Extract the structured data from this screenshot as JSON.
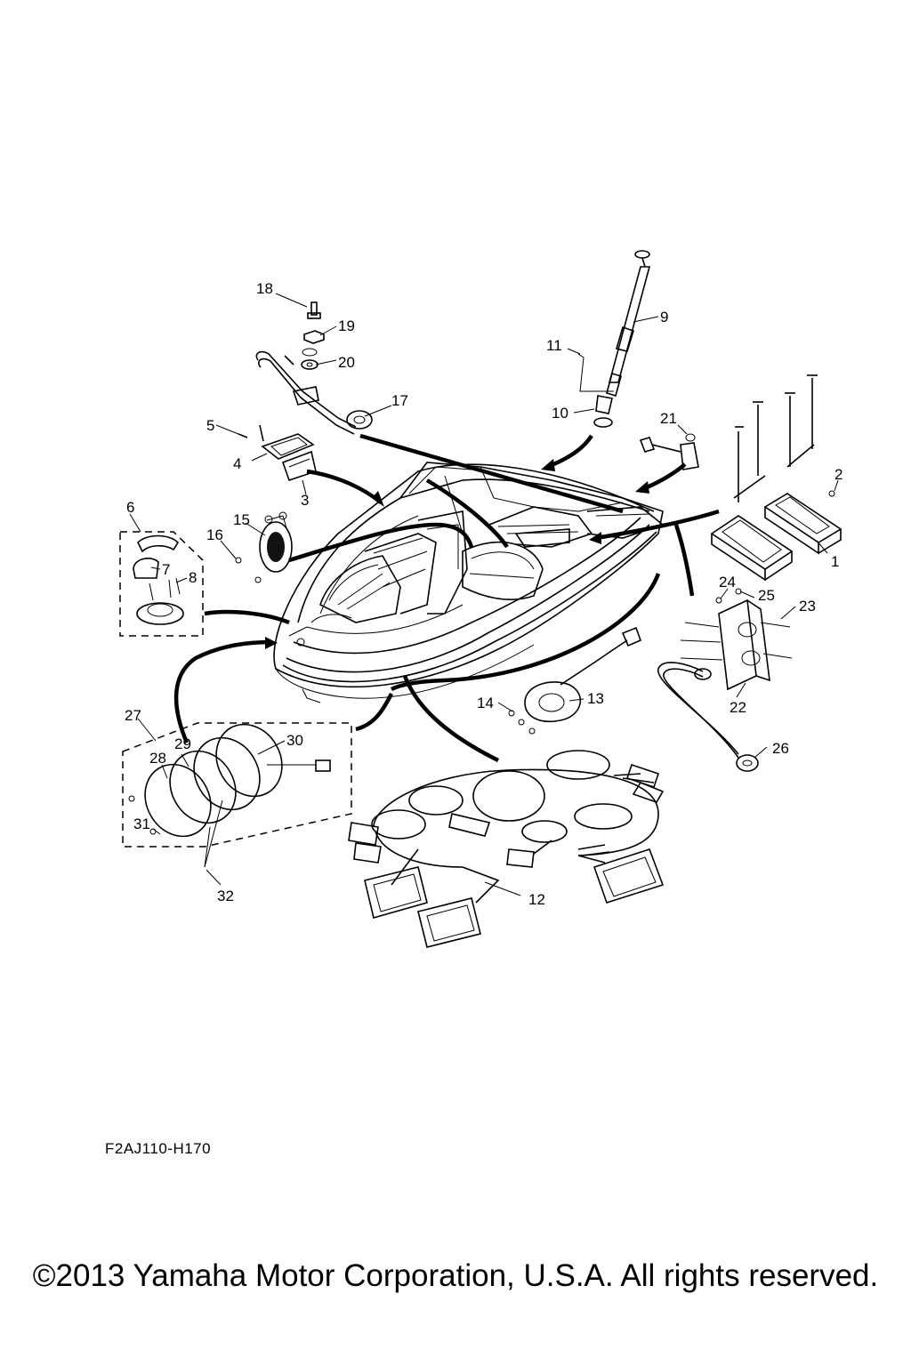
{
  "parts": [
    {
      "no": "1"
    },
    {
      "no": "2"
    },
    {
      "no": "3"
    },
    {
      "no": "4"
    },
    {
      "no": "5"
    },
    {
      "no": "6"
    },
    {
      "no": "7"
    },
    {
      "no": "8"
    },
    {
      "no": "9"
    },
    {
      "no": "10"
    },
    {
      "no": "11"
    },
    {
      "no": "12"
    },
    {
      "no": "13"
    },
    {
      "no": "14"
    },
    {
      "no": "15"
    },
    {
      "no": "16"
    },
    {
      "no": "17"
    },
    {
      "no": "18"
    },
    {
      "no": "19"
    },
    {
      "no": "20"
    },
    {
      "no": "21"
    },
    {
      "no": "22"
    },
    {
      "no": "23"
    },
    {
      "no": "24"
    },
    {
      "no": "25"
    },
    {
      "no": "26"
    },
    {
      "no": "27"
    },
    {
      "no": "28"
    },
    {
      "no": "29"
    },
    {
      "no": "30"
    },
    {
      "no": "31"
    },
    {
      "no": "32"
    }
  ],
  "diagram_code": "F2AJ110-H170",
  "copyright": "©2013 Yamaha Motor Corporation, U.S.A. All rights reserved."
}
